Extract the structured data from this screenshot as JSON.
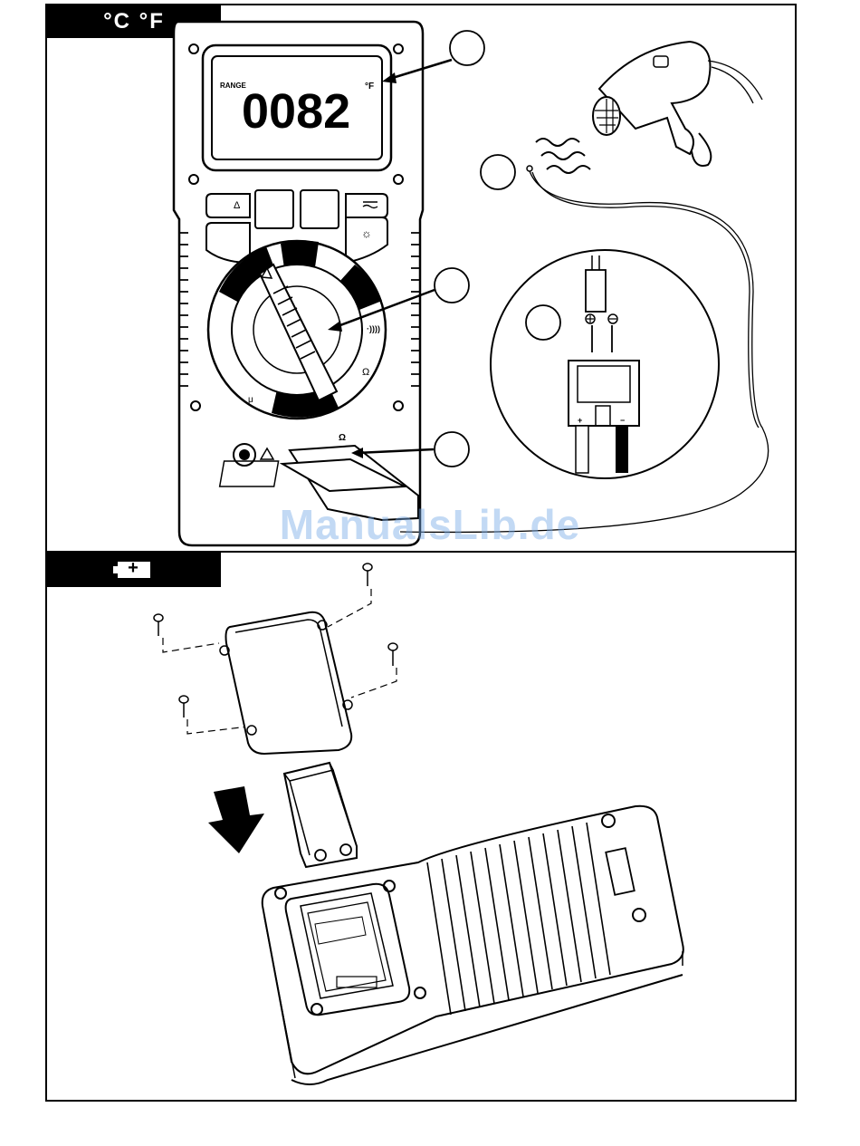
{
  "sections": {
    "temperature": {
      "tab_label": "°C °F",
      "display": {
        "range_label": "RANGE",
        "reading": "0082",
        "unit": "°F"
      },
      "buttons": {
        "delta": "Δ",
        "light": "☼"
      },
      "dial": {
        "ohm": "Ω",
        "mu": "μ"
      },
      "jack": {
        "ohm": "Ω"
      },
      "plug": {
        "plus": "+",
        "minus": "−"
      }
    },
    "battery": {
      "tab_label": "+"
    }
  },
  "watermark": "ManualsLib.de",
  "colors": {
    "ink": "#000000",
    "paper": "#ffffff",
    "watermark": "#78aae6"
  }
}
